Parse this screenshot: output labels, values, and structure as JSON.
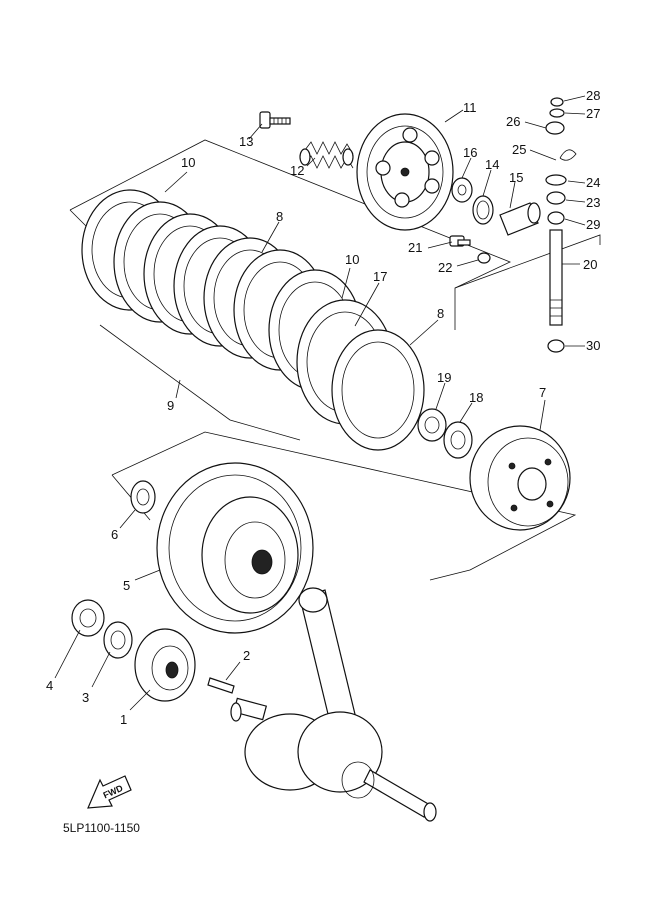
{
  "diagram_code": "5LP1100-1150",
  "fwd_label": "FWD",
  "callouts": [
    {
      "id": "c1",
      "label": "1"
    },
    {
      "id": "c2",
      "label": "2"
    },
    {
      "id": "c3",
      "label": "3"
    },
    {
      "id": "c4",
      "label": "4"
    },
    {
      "id": "c5",
      "label": "5"
    },
    {
      "id": "c6",
      "label": "6"
    },
    {
      "id": "c7",
      "label": "7"
    },
    {
      "id": "c8a",
      "label": "8"
    },
    {
      "id": "c8b",
      "label": "8"
    },
    {
      "id": "c9",
      "label": "9"
    },
    {
      "id": "c10a",
      "label": "10"
    },
    {
      "id": "c10b",
      "label": "10"
    },
    {
      "id": "c11",
      "label": "11"
    },
    {
      "id": "c12",
      "label": "12"
    },
    {
      "id": "c13",
      "label": "13"
    },
    {
      "id": "c14",
      "label": "14"
    },
    {
      "id": "c15",
      "label": "15"
    },
    {
      "id": "c16",
      "label": "16"
    },
    {
      "id": "c17",
      "label": "17"
    },
    {
      "id": "c18",
      "label": "18"
    },
    {
      "id": "c19",
      "label": "19"
    },
    {
      "id": "c20",
      "label": "20"
    },
    {
      "id": "c21",
      "label": "21"
    },
    {
      "id": "c22",
      "label": "22"
    },
    {
      "id": "c23",
      "label": "23"
    },
    {
      "id": "c24",
      "label": "24"
    },
    {
      "id": "c25",
      "label": "25"
    },
    {
      "id": "c26",
      "label": "26"
    },
    {
      "id": "c27",
      "label": "27"
    },
    {
      "id": "c28",
      "label": "28"
    },
    {
      "id": "c29",
      "label": "29"
    },
    {
      "id": "c30",
      "label": "30"
    }
  ]
}
